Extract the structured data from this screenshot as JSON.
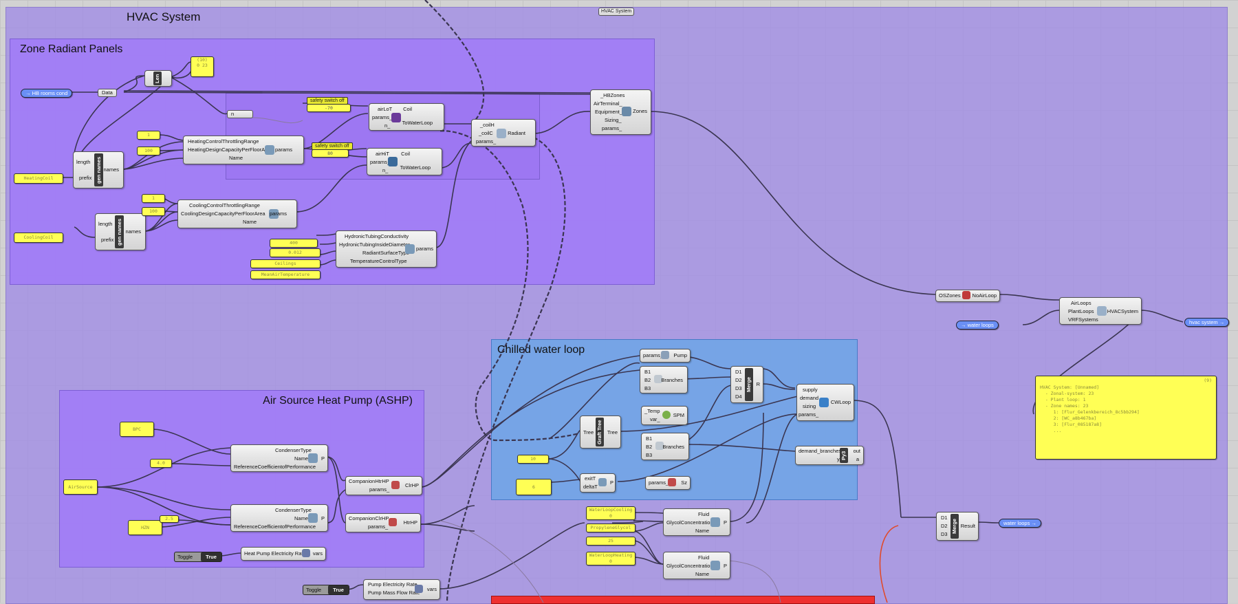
{
  "tab_tag": "HVAC System",
  "groups": {
    "outer": "HVAC System",
    "radiant": "Zone Radiant Panels",
    "ashp": "Air Source Heat Pump (ASHP)",
    "chilled": "Chilled water loop"
  },
  "params": {
    "hb_rooms": "→ HB rooms cond",
    "water_loops_in": "→ water loops",
    "hvac_system_out": "hvac system →",
    "water_loops_out": "water loops →"
  },
  "data_box": "Data",
  "n_box": "n",
  "len_node": "Len",
  "panels": {
    "p_top1": "(10)",
    "p_top2": "0 23",
    "heating_ctrl": "1",
    "heating_cap": "100",
    "cooling_ctrl": "1",
    "cooling_cap": "100",
    "heating_coil": "HeatingCoil",
    "cooling_coil": "CoolingCoil",
    "tubing_cond": "400",
    "tubing_diam": "0.012",
    "surface_type": "Ceilings",
    "temp_ctrl": "MeanAirTemperature",
    "safety1_val": "-70",
    "safety2_val": "80",
    "cond_type1": "BPC",
    "ref_coeff1": "4.0",
    "air_source": "AirSource",
    "hzn": "HZN",
    "ref_coeff2": "2.5",
    "chw_temp": "10",
    "delta_t": "6",
    "fluid1": "WaterLoopCooling 0",
    "glycol1": "PropyleneGlycol",
    "glycol_conc": "25",
    "fluid2": "WaterLoopHeating 0"
  },
  "safety_labels": {
    "one": "safety switch off",
    "two": "safety switch off"
  },
  "gen_names": {
    "label": "gen names",
    "in_length": "length",
    "in_prefix": "prefix",
    "out": "names"
  },
  "heating_params": {
    "in1": "HeatingControlThrottlingRange",
    "in2": "HeatingDesignCapacityPerFloorArea",
    "in3": "Name",
    "out": "params"
  },
  "cooling_params": {
    "in1": "CoolingControlThrottlingRange",
    "in2": "CoolingDesignCapacityPerFloorArea",
    "in3": "Name",
    "out": "params"
  },
  "coil_cool": {
    "in1": "airLoT",
    "in2": "params_",
    "in3": "n_",
    "title": "Coil",
    "out": "ToWaterLoop"
  },
  "coil_heat": {
    "in1": "airHiT",
    "in2": "params_",
    "in3": "n_",
    "title": "Coil",
    "out": "ToWaterLoop"
  },
  "radiant": {
    "in1": "_coilH",
    "in2": "_coilC",
    "in3": "params_",
    "out": "Radiant"
  },
  "hydronic": {
    "in1": "HydronicTubingConductivity",
    "in2": "HydronicTubingInsideDiameter",
    "in3": "RadiantSurfaceType",
    "in4": "TemperatureControlType",
    "out": "params"
  },
  "zones": {
    "in1": "_HBZones",
    "in2": "AirTerminal_",
    "in3": "Equipment_",
    "in4": "Sizing_",
    "in5": "params_",
    "out": "Zones"
  },
  "noairloop": {
    "in": "OSZones",
    "out": "NoAirLoop"
  },
  "hvacsystem": {
    "in1": "AirLoops",
    "in2": "PlantLoops",
    "in3": "VRFSystems",
    "out": "HVACSystem"
  },
  "note_panel": {
    "count": "(9)",
    "lines": [
      "HVAC System: [Unnamed]",
      "  - Zonal-system: 23",
      "  - Plant loop: 1",
      "  - Zone names: 23",
      "     1: [Flur_Gelenkbereich_8c5bb294]",
      "     2: [WC_a8b467ba]",
      "     3: [Flur_085187a8]",
      "     ..."
    ]
  },
  "pump": {
    "in": "params_",
    "out": "Pump"
  },
  "branches1": {
    "in1": "B1",
    "in2": "B2",
    "in3": "B3",
    "out": "Branches"
  },
  "branches2": {
    "in1": "B1",
    "in2": "B2",
    "in3": "B3",
    "out": "Branches"
  },
  "merge1": {
    "in1": "D1",
    "in2": "D2",
    "in3": "D3",
    "in4": "D4",
    "label": "Merge",
    "out": "R"
  },
  "merge2": {
    "in1": "D1",
    "in2": "D2",
    "in3": "D3",
    "label": "Merge",
    "out": "Result"
  },
  "spm": {
    "in1": "_Temp",
    "in2": "var_",
    "out": "SPM"
  },
  "graft": {
    "in": "Tree",
    "label": "Graft Tree",
    "out": "Tree"
  },
  "cwloop": {
    "in1": "supply",
    "in2": "demand",
    "in3": "sizing",
    "in4": "params_",
    "out": "CWLoop"
  },
  "py3": {
    "in1": "demand_branches",
    "in2": "y",
    "label": "Py3",
    "out1": "out",
    "out2": "a"
  },
  "exit_params": {
    "in1": "exitT",
    "in2": "deltaT",
    "out": "P"
  },
  "sz": {
    "in": "params_",
    "out": "Sz"
  },
  "cond1": {
    "in1": "CondenserType",
    "in2": "Name",
    "in3": "ReferenceCoefficientofPerformance",
    "out": "P"
  },
  "cond2": {
    "in1": "CondenserType",
    "in2": "Name",
    "in3": "ReferenceCoefficientofPerformance",
    "out": "P"
  },
  "clrhp": {
    "in1": "CompanionHtrHP",
    "in2": "params_",
    "out": "ClrHP"
  },
  "htrhp": {
    "in1": "CompanionClrHP",
    "in2": "params_",
    "out": "HtrHP"
  },
  "fluid_a": {
    "in1": "Fluid",
    "in2": "GlycolConcentration",
    "in3": "Name",
    "out": "P"
  },
  "fluid_b": {
    "in1": "Fluid",
    "in2": "GlycolConcentration",
    "in3": "Name",
    "out": "P"
  },
  "toggle1": {
    "label": "Toggle",
    "value": "True"
  },
  "toggle2": {
    "label": "Toggle",
    "value": "True"
  },
  "hp_elec": {
    "in": "Heat Pump Electricity Rate",
    "out": "vars"
  },
  "pump_rates": {
    "in1": "Pump Electricity Rate",
    "in2": "Pump Mass Flow Rate",
    "out": "vars"
  },
  "colors": {
    "outer_group": "#a08ce6",
    "purple_group": "#a078fa",
    "blue_group": "#6ea5e6",
    "red_group": "#ee3030",
    "panel_yellow": "#ffff55",
    "wire": "#3a3550"
  }
}
